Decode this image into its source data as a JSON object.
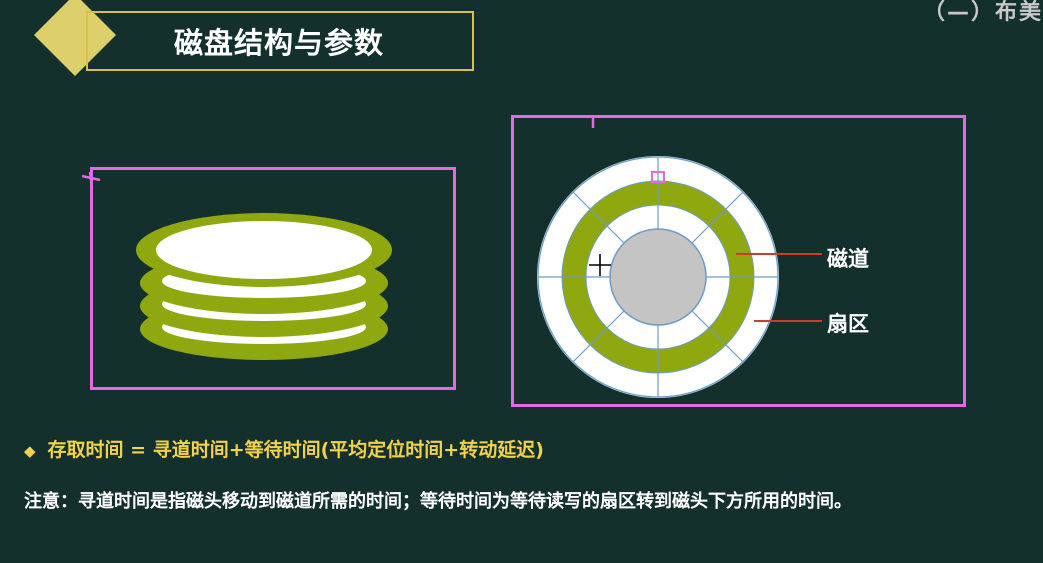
{
  "title": "磁盘结构与参数",
  "top_right_text": "（—）布美",
  "labels": {
    "track": "磁道",
    "sector": "扇区"
  },
  "bullet_text": "存取时间 = 寻道时间+等待时间(平均定位时间+转动延迟)",
  "note_text": "注意：寻道时间是指磁头移动到磁道所需的时间；等待时间为等待读写的扇区转到磁头下方所用的时间。",
  "colors": {
    "background": "#13302c",
    "accent_yellow": "#ddd06a",
    "frame_magenta": "#e36ae4",
    "platter_green": "#8fa80f",
    "bullet_yellow": "#f2d24a",
    "pointer_red": "#d03a2c"
  }
}
